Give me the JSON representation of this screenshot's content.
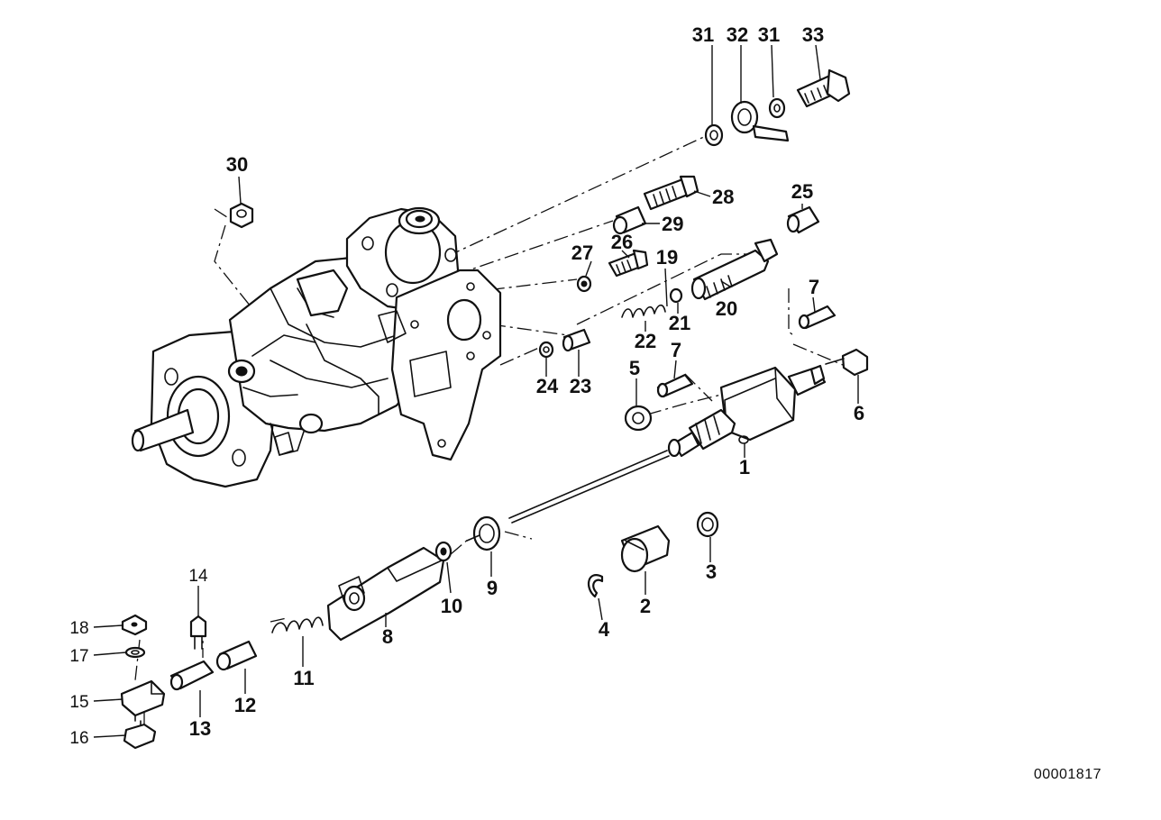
{
  "diagram": {
    "drawing_number": "00001817",
    "callouts": [
      {
        "id": "1",
        "label": "1"
      },
      {
        "id": "2",
        "label": "2"
      },
      {
        "id": "3",
        "label": "3"
      },
      {
        "id": "4",
        "label": "4"
      },
      {
        "id": "5",
        "label": "5"
      },
      {
        "id": "6",
        "label": "6"
      },
      {
        "id": "7a",
        "label": "7"
      },
      {
        "id": "7b",
        "label": "7"
      },
      {
        "id": "8",
        "label": "8"
      },
      {
        "id": "9",
        "label": "9"
      },
      {
        "id": "10",
        "label": "10"
      },
      {
        "id": "11",
        "label": "11"
      },
      {
        "id": "12",
        "label": "12"
      },
      {
        "id": "13",
        "label": "13"
      },
      {
        "id": "14",
        "label": "14"
      },
      {
        "id": "15",
        "label": "15"
      },
      {
        "id": "16",
        "label": "16"
      },
      {
        "id": "17",
        "label": "17"
      },
      {
        "id": "18",
        "label": "18"
      },
      {
        "id": "19",
        "label": "19"
      },
      {
        "id": "20",
        "label": "20"
      },
      {
        "id": "21",
        "label": "21"
      },
      {
        "id": "22",
        "label": "22"
      },
      {
        "id": "23",
        "label": "23"
      },
      {
        "id": "24",
        "label": "24"
      },
      {
        "id": "25",
        "label": "25"
      },
      {
        "id": "26",
        "label": "26"
      },
      {
        "id": "27",
        "label": "27"
      },
      {
        "id": "28",
        "label": "28"
      },
      {
        "id": "29",
        "label": "29"
      },
      {
        "id": "30",
        "label": "30"
      },
      {
        "id": "31a",
        "label": "31"
      },
      {
        "id": "32",
        "label": "32"
      },
      {
        "id": "31b",
        "label": "31"
      },
      {
        "id": "33",
        "label": "33"
      }
    ]
  }
}
